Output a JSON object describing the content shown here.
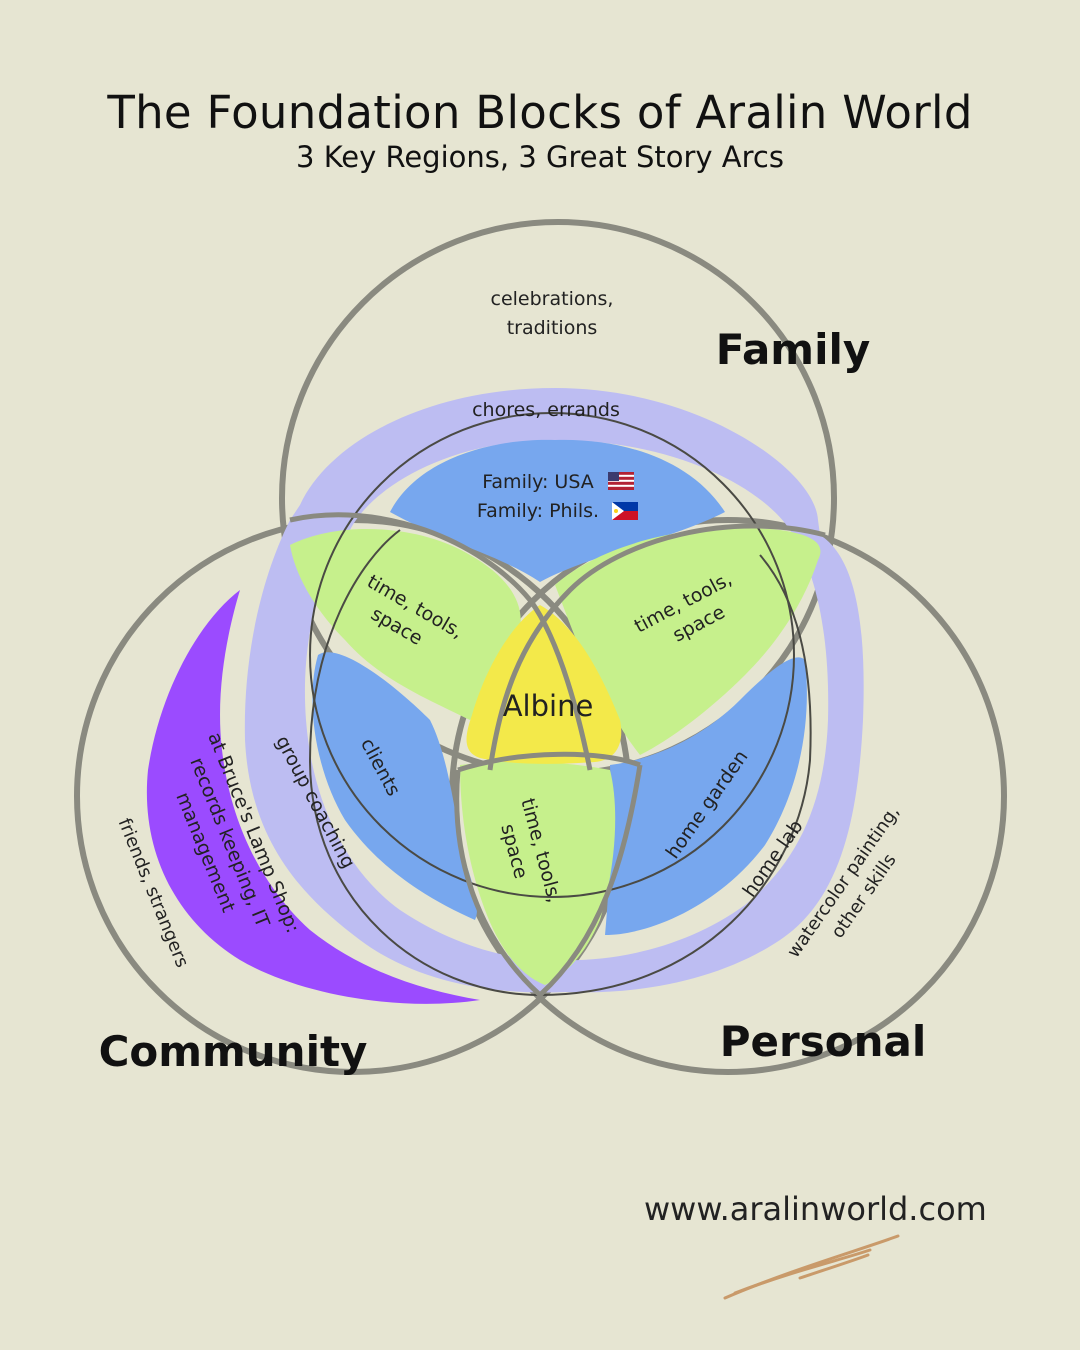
{
  "title": "The Foundation Blocks of Aralin World",
  "subtitle": "3 Key Regions, 3 Great Story Arcs",
  "circles": {
    "family": "Family",
    "community": "Community",
    "personal": "Personal"
  },
  "labels": {
    "celebrations_line1": "celebrations,",
    "celebrations_line2": "traditions",
    "chores": "chores, errands",
    "family_usa": "Family: USA",
    "family_phils": "Family: Phils.",
    "ttools_line1": "time, tools,",
    "ttools_line2": "space",
    "center": "Albine",
    "clients": "clients",
    "group_coaching": "group coaching",
    "bruce_line1": "at Bruce's Lamp Shop:",
    "bruce_line2": "records keeping, IT",
    "bruce_line3": "management",
    "friends": "friends, strangers",
    "home_garden": "home garden",
    "home_lab": "home lab",
    "watercolor_line1": "watercolor painting,",
    "watercolor_line2": "other skills"
  },
  "flags": [
    "flag-usa",
    "flag-philippines"
  ],
  "website": "www.aralinworld.com",
  "colors": {
    "background": "#e6e5d2",
    "outer_ring": "#8a8a80",
    "lavender": "#bdbdf2",
    "blue": "#77a7ee",
    "green": "#c6f08c",
    "yellow": "#f3e94a",
    "purple": "#9b4bff",
    "swoosh": "#c99a6a"
  }
}
